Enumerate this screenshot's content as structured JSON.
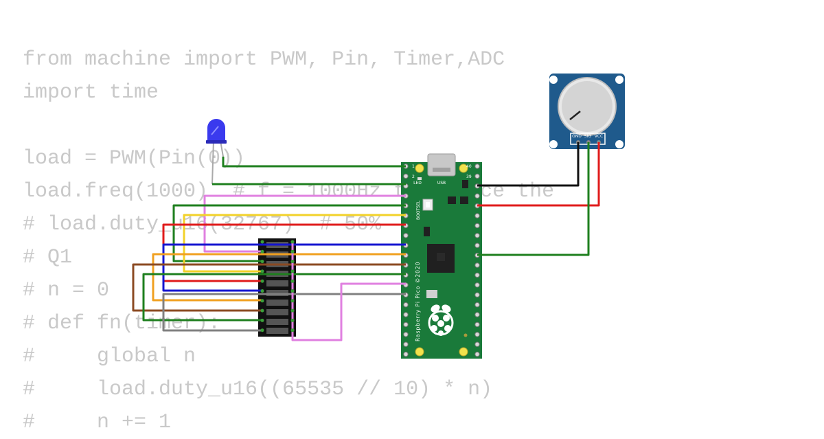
{
  "code": {
    "lines": [
      "from machine import PWM, Pin, Timer,ADC",
      "import time",
      "",
      "load = PWM(Pin(0))",
      "load.freq(1000)  # f = 1000Hz to reduce the",
      "# load.duty_u16(32767)  # 50%",
      "# Q1",
      "# n = 0",
      "# def fn(timer):",
      "#     global n",
      "#     load.duty_u16((65535 // 10) * n)",
      "#     n += 1"
    ]
  },
  "pico": {
    "label_led": "LED",
    "label_usb": "USB",
    "label_bootsel": "BOOTSEL",
    "pin_1": "1",
    "pin_2": "2",
    "pin_39": "39",
    "pin_40": "40",
    "board_text": "Raspberry Pi Pico ©2020"
  },
  "potentiometer": {
    "pin_gnd": "GND",
    "pin_sig": "SIG",
    "pin_vcc": "VCC"
  },
  "colors": {
    "board_green": "#1a7a3a",
    "pot_blue": "#1f5a8c",
    "led_blue": "#3a3aee",
    "wire_green": "#1e7f1e",
    "wire_yellow": "#f2d229",
    "wire_red": "#e01b1b",
    "wire_blue": "#1515d0",
    "wire_orange": "#f0a020",
    "wire_brown": "#8b4a22",
    "wire_gray": "#808080",
    "wire_pink": "#e080e0",
    "wire_black": "#111111"
  }
}
